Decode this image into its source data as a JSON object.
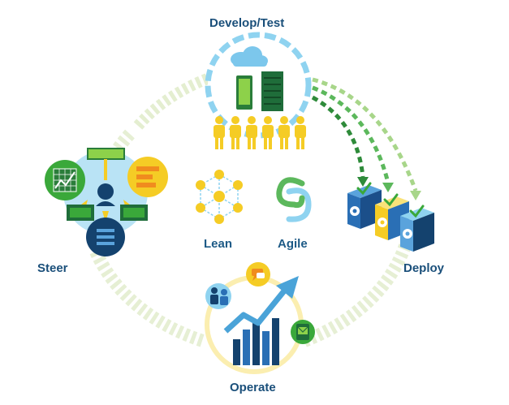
{
  "labels": {
    "develop_test": "Develop/Test",
    "steer": "Steer",
    "deploy": "Deploy",
    "operate": "Operate",
    "lean": "Lean",
    "agile": "Agile"
  },
  "icons": {
    "develop_test": [
      "cloud-icon",
      "mobile-device-icon",
      "server-rack-icon",
      "people-group-icon"
    ],
    "steer": [
      "chart-board-icon",
      "org-chart-icon",
      "list-icon",
      "person-hub-icon",
      "flag-icon"
    ],
    "deploy": [
      "package-boxes-icon",
      "checkmark-icon",
      "gear-icon"
    ],
    "operate": [
      "bar-chart-icon",
      "trend-arrow-icon",
      "chat-icon",
      "people-icon",
      "mail-phone-icon"
    ],
    "lean": "network-hexagon-icon",
    "agile": "interlocking-loops-icon"
  },
  "colors": {
    "label_text": "#1a4f7a",
    "ring_light_blue": "#8fd3f0",
    "ring_light_green": "#e7f0d2",
    "green": "#3aa83a",
    "dark_green": "#1f7a3a",
    "yellow": "#f5cc25",
    "blue": "#2a6fb5",
    "navy": "#14426e"
  }
}
